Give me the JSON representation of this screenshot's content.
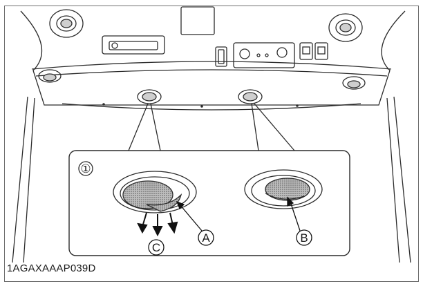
{
  "figure": {
    "code": "1AGAXAAAP039D",
    "detail_number": "①",
    "callouts": {
      "a": "A",
      "b": "B",
      "c": "C"
    }
  },
  "colors": {
    "line": "#2b2b2b",
    "stipple": "#9a9a9a",
    "frame": "#6e6e6e"
  }
}
